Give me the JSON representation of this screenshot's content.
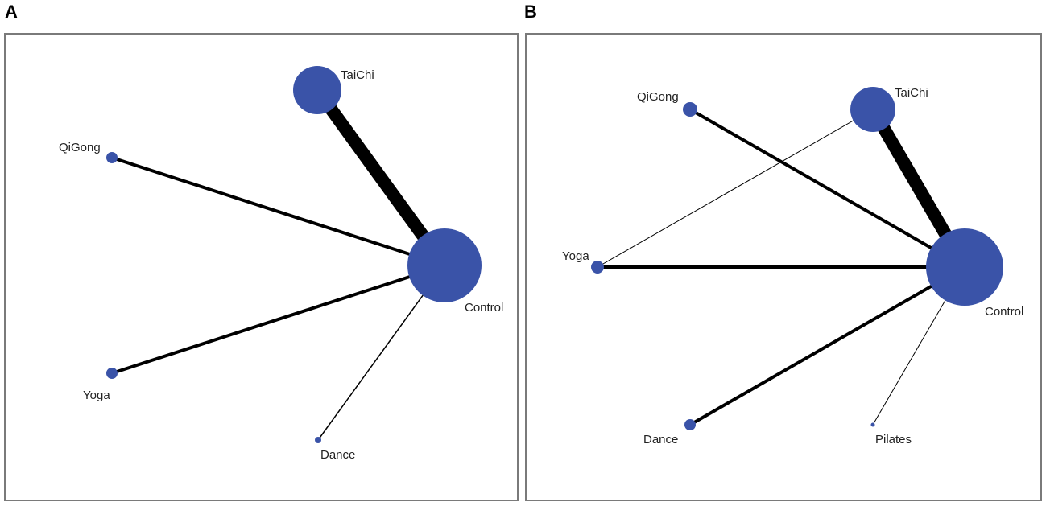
{
  "panels": [
    {
      "letter": "A",
      "nodes": [
        {
          "id": "TaiChi",
          "label": "TaiChi"
        },
        {
          "id": "QiGong",
          "label": "QiGong"
        },
        {
          "id": "Control",
          "label": "Control"
        },
        {
          "id": "Yoga",
          "label": "Yoga"
        },
        {
          "id": "Dance",
          "label": "Dance"
        }
      ],
      "edges": [
        {
          "from": "TaiChi",
          "to": "Control"
        },
        {
          "from": "QiGong",
          "to": "Control"
        },
        {
          "from": "Yoga",
          "to": "Control"
        },
        {
          "from": "Dance",
          "to": "Control"
        }
      ]
    },
    {
      "letter": "B",
      "nodes": [
        {
          "id": "QiGong",
          "label": "QiGong"
        },
        {
          "id": "TaiChi",
          "label": "TaiChi"
        },
        {
          "id": "Yoga",
          "label": "Yoga"
        },
        {
          "id": "Control",
          "label": "Control"
        },
        {
          "id": "Dance",
          "label": "Dance"
        },
        {
          "id": "Pilates",
          "label": "Pilates"
        }
      ],
      "edges": [
        {
          "from": "TaiChi",
          "to": "Control"
        },
        {
          "from": "QiGong",
          "to": "Control"
        },
        {
          "from": "Yoga",
          "to": "Control"
        },
        {
          "from": "Dance",
          "to": "Control"
        },
        {
          "from": "Pilates",
          "to": "Control"
        },
        {
          "from": "Yoga",
          "to": "TaiChi"
        }
      ]
    }
  ],
  "colors": {
    "node": "#3a53a8",
    "edge": "#000000",
    "frame": "#7a7a7a"
  }
}
